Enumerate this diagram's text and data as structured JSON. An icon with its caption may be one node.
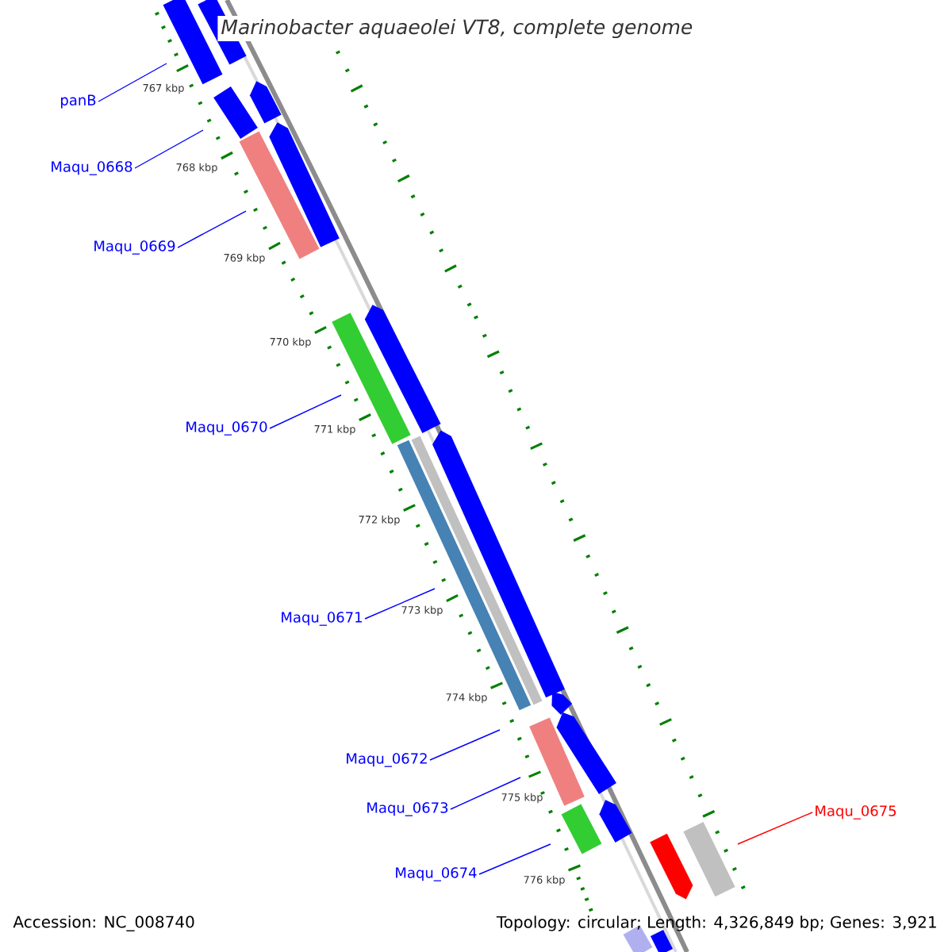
{
  "diagram": {
    "title": "Marinobacter aquaeolei VT8, complete genome",
    "nodes": [
      {
        "text": [
          "panB"
        ]
      },
      {
        "text": [
          "Maqu_0668"
        ]
      },
      {
        "text": [
          "Maqu_0669"
        ]
      },
      {
        "text": [
          "Maqu_0670"
        ]
      },
      {
        "text": [
          "Maqu_0671"
        ]
      },
      {
        "text": [
          "Maqu_0672"
        ]
      },
      {
        "text": [
          "Maqu_0673"
        ]
      },
      {
        "text": [
          "Maqu_0674"
        ]
      },
      {
        "text": [
          "Maqu_0675"
        ]
      }
    ],
    "edges": [
      {
        "from": 0,
        "to": null,
        "arrow": "none"
      },
      {
        "from": 1,
        "to": null,
        "arrow": "none"
      },
      {
        "from": 2,
        "to": null,
        "arrow": "none"
      },
      {
        "from": 3,
        "to": null,
        "arrow": "none"
      },
      {
        "from": 4,
        "to": null,
        "arrow": "none"
      },
      {
        "from": 5,
        "to": null,
        "arrow": "none"
      },
      {
        "from": 6,
        "to": null,
        "arrow": "none"
      },
      {
        "from": 7,
        "to": null,
        "arrow": "none"
      },
      {
        "from": 8,
        "to": null,
        "arrow": "none",
        "color": "#ff0000"
      }
    ],
    "labels": [
      "767 kbp",
      "768 kbp",
      "769 kbp",
      "770 kbp",
      "771 kbp",
      "772 kbp",
      "773 kbp",
      "774 kbp",
      "775 kbp",
      "776 kbp",
      "Accession: NC_008740",
      "Topology: circular; Length: 4,326,849 bp; Genes: 3,921"
    ]
  }
}
